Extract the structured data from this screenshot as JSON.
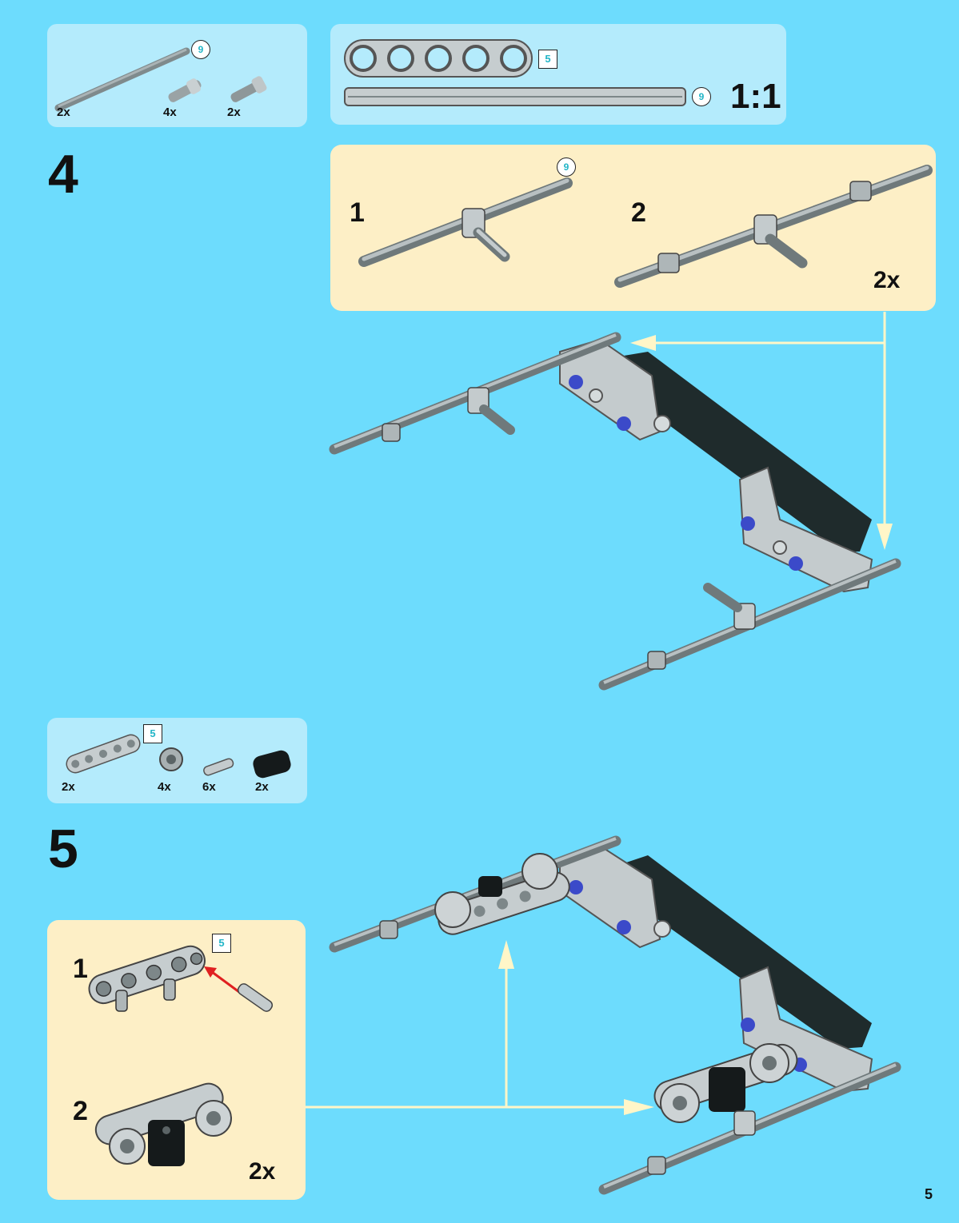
{
  "step4": {
    "number": "4",
    "parts": {
      "axle_length": "9",
      "quantities": [
        "2x",
        "4x",
        "2x"
      ]
    },
    "scale": {
      "beam_length": "5",
      "axle_length": "9",
      "ratio": "1:1"
    },
    "subassembly": {
      "sub1": "1",
      "sub2": "2",
      "axle_length": "9",
      "multiplier": "2x"
    }
  },
  "step5": {
    "number": "5",
    "parts": {
      "beam_length": "5",
      "quantities": [
        "2x",
        "4x",
        "6x",
        "2x"
      ]
    },
    "subassembly": {
      "sub1": "1",
      "sub2": "2",
      "beam_length": "5",
      "multiplier": "2x"
    }
  },
  "page_number": "5",
  "colors": {
    "background": "#6ddcfd",
    "parts_panel": "#b4ebfc",
    "sub_panel": "#fdefc6",
    "arrow": "#fff6c8",
    "insert_arrow": "#e02020"
  }
}
